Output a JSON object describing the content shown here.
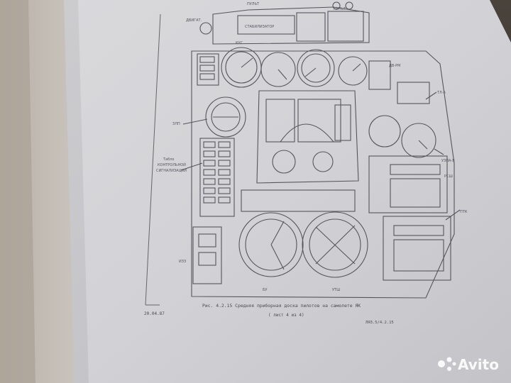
{
  "labels": {
    "top_label": "ПУЛЬТ",
    "stabilizer": "СТАБИЛИЗАТОР",
    "top_right": "ПУЛЬТ",
    "bu": "БУ",
    "kus": "КУС",
    "dvr": "ДВ-РМ",
    "utsh": "УТШ",
    "tl6": "ТЛ-6",
    "uzpa": "УЗПА-В",
    "psh": "РСШ",
    "ptk": "ПТК",
    "izu": "ИЗЗ",
    "tablo": "Табло",
    "tablo2": "КОНТРОЛЬНОЙ",
    "tablo3": "СИГНАЛИЗАЦИИ",
    "sap": "ЗЛП",
    "left_note": "ДВИГАТ.",
    "date": "20.04.87",
    "caption": "Рис. 4.2.15 Средняя приборная доска пилотов на самолете ЯК",
    "caption2": "( лист 4 из 4)",
    "doc_number": "ЛЯЗ.5/4.2.15",
    "watermark": "Avito"
  }
}
